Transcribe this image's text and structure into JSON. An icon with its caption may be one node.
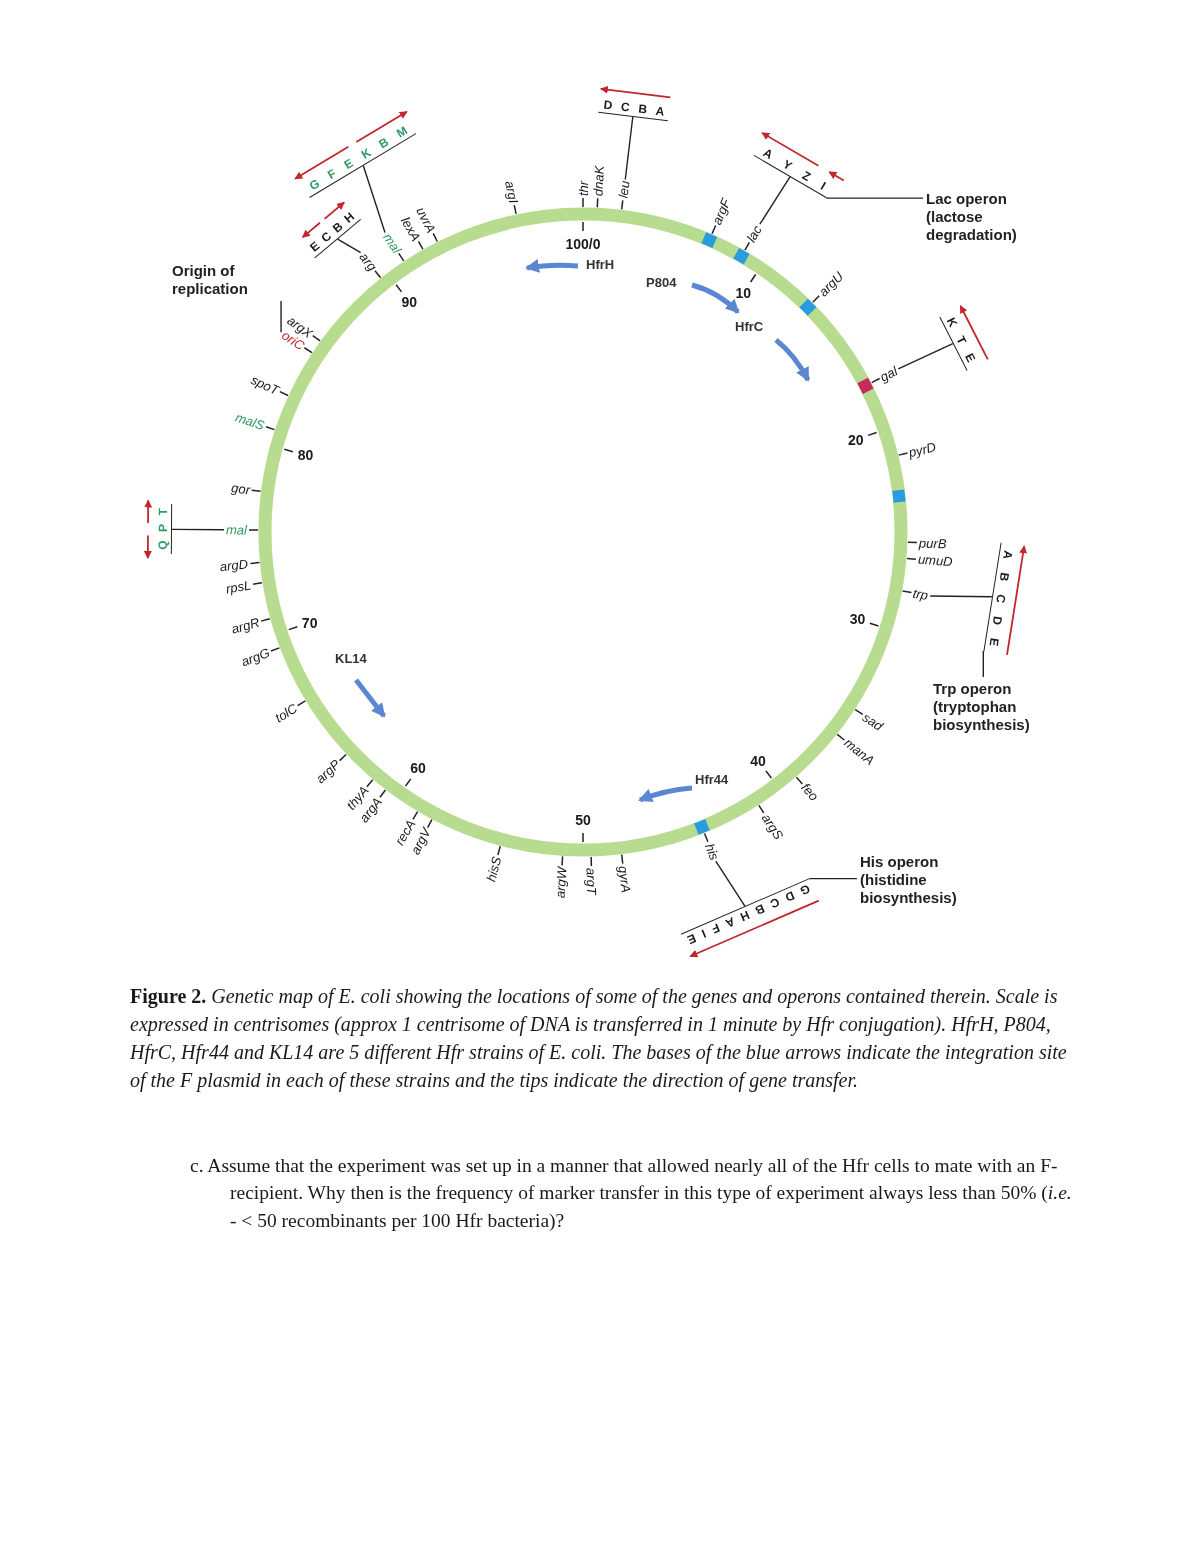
{
  "diagram": {
    "caption": "**Figure 2.** Genetic map of E. coli showing the locations of some of the genes and operons contained therein. Scale is expressed in centrisomes (approx 1 centrisome of DNA is transferred in 1 minute by Hfr conjugation). HfrH, P804, HfrC, Hfr44 and KL14 are 5 different Hfr strains of E. coli. The bases of the blue arrows indicate the integration site of the F plasmid in each of these strains and the tips indicate the direction of gene transfer.",
    "nodes": [
      {
        "text": [
          "Origin of replication"
        ]
      },
      {
        "text": [
          "oriC"
        ]
      },
      {
        "text": [
          "mal"
        ]
      },
      {
        "text": [
          "G",
          "F",
          "E",
          "K",
          "B",
          "M"
        ]
      },
      {
        "text": [
          "arg"
        ]
      },
      {
        "text": [
          "E",
          "C",
          "B",
          "H"
        ]
      },
      {
        "text": [
          "leu"
        ]
      },
      {
        "text": [
          "D",
          "C",
          "B",
          "A"
        ]
      },
      {
        "text": [
          "lac"
        ]
      },
      {
        "text": [
          "A",
          "Y",
          "Z",
          "I"
        ]
      },
      {
        "text": [
          "Lac operon (lactose degradation)"
        ]
      },
      {
        "text": [
          "gal"
        ]
      },
      {
        "text": [
          "K",
          "T",
          "E"
        ]
      },
      {
        "text": [
          "trp"
        ]
      },
      {
        "text": [
          "A",
          "B",
          "C",
          "D",
          "E"
        ]
      },
      {
        "text": [
          "Trp operon (tryptophan biosynthesis)"
        ]
      },
      {
        "text": [
          "his"
        ]
      },
      {
        "text": [
          "G",
          "D",
          "C",
          "B",
          "H",
          "A",
          "F",
          "I",
          "E"
        ]
      },
      {
        "text": [
          "His operon (histidine biosynthesis)"
        ]
      },
      {
        "text": [
          "mal"
        ]
      },
      {
        "text": [
          "T",
          "P",
          "Q"
        ]
      }
    ],
    "edges": [
      {
        "from": 0,
        "to": 1,
        "arrow": "none"
      },
      {
        "from": 2,
        "to": 3,
        "arrow": "none"
      },
      {
        "from": 4,
        "to": 5,
        "arrow": "none"
      },
      {
        "from": 6,
        "to": 7,
        "arrow": "none"
      },
      {
        "from": 8,
        "to": 9,
        "arrow": "none"
      },
      {
        "from": 10,
        "to": 9,
        "arrow": "none"
      },
      {
        "from": 11,
        "to": 12,
        "arrow": "none"
      },
      {
        "from": 13,
        "to": 14,
        "arrow": "none"
      },
      {
        "from": 15,
        "to": 14,
        "arrow": "none"
      },
      {
        "from": 16,
        "to": 17,
        "arrow": "none"
      },
      {
        "from": 18,
        "to": 17,
        "arrow": "none"
      },
      {
        "from": 19,
        "to": 20,
        "arrow": "none"
      }
    ],
    "labels": [
      "argI",
      "thr",
      "dnaK",
      "lexA",
      "uvrA",
      "100/0",
      "HfrH",
      "argF",
      "P804",
      "10",
      "HfrC",
      "argU",
      "90",
      "argX",
      "spoT",
      "malS",
      "80",
      "20",
      "pyrD",
      "gor",
      "argD",
      "rpsL",
      "purB",
      "umuD",
      "argR",
      "70",
      "30",
      "argG",
      "KL14",
      "tolC",
      "sad",
      "manA",
      "argP",
      "60",
      "40",
      "Hfr44",
      "feo",
      "thyA",
      "argA",
      "recA",
      "argV",
      "argS",
      "50",
      "hisS",
      "argW",
      "argT",
      "gyrA",
      "c. Assume that the experiment was set up in a manner that allowed nearly all of the Hfr cells to mate with an F- recipient. Why then is the frequency of marker transfer in this type of experiment always less than 50% (*i.e.* - < 50 recombinants per 100 Hfr bacteria)?"
    ]
  }
}
